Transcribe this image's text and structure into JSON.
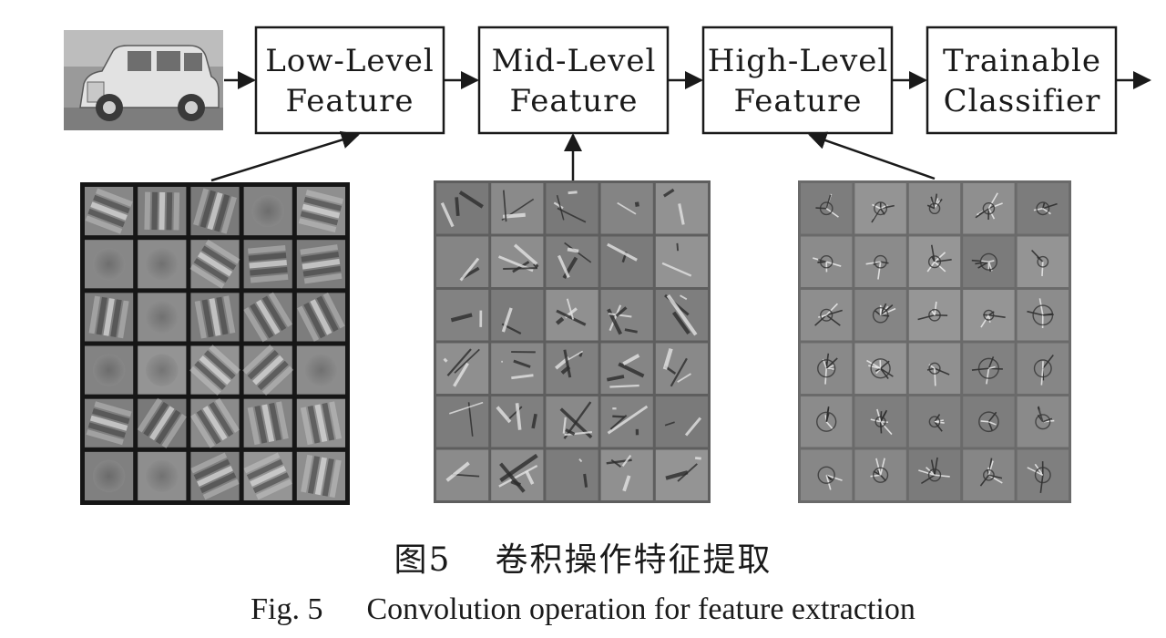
{
  "stages": [
    {
      "id": "low",
      "lines": [
        "Low-Level",
        "Feature"
      ]
    },
    {
      "id": "mid",
      "lines": [
        "Mid-Level",
        "Feature"
      ]
    },
    {
      "id": "high",
      "lines": [
        "High-Level",
        "Feature"
      ]
    },
    {
      "id": "classifier",
      "lines": [
        "Trainable",
        "Classifier"
      ]
    }
  ],
  "input_image_icon": "car-photo-icon",
  "filter_grids": [
    {
      "id": "low-level",
      "cols": 5,
      "rows": 6,
      "style": "smooth-gabor"
    },
    {
      "id": "mid-level",
      "cols": 5,
      "rows": 6,
      "style": "edge-texture"
    },
    {
      "id": "high-level",
      "cols": 5,
      "rows": 6,
      "style": "object-part"
    }
  ],
  "caption": {
    "cn_number": "图5",
    "cn_text": "卷积操作特征提取",
    "en_number": "Fig. 5",
    "en_text": "Convolution operation for feature extraction"
  },
  "colors": {
    "line": "#1a1a1a",
    "grid_bg": "#1c1c1c",
    "tile_gray": "#8c8c8c"
  }
}
